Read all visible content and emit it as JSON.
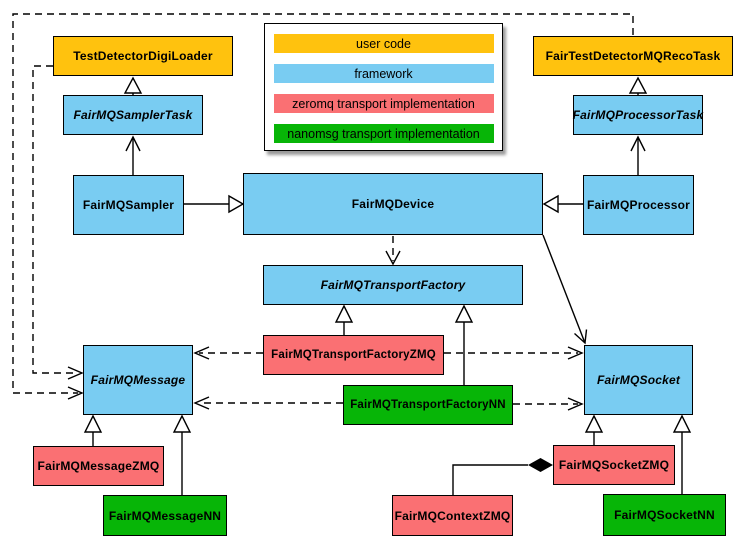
{
  "colors": {
    "user_code": "#FFC20E",
    "framework": "#79CCF2",
    "zeromq": "#FA7073",
    "nanomsg": "#07B507",
    "line": "#000000"
  },
  "legend": {
    "items": [
      {
        "label": "user code",
        "color": "#FFC20E"
      },
      {
        "label": "framework",
        "color": "#79CCF2"
      },
      {
        "label": "zeromq transport implementation",
        "color": "#FA7073"
      },
      {
        "label": "nanomsg transport implementation",
        "color": "#07B507"
      }
    ]
  },
  "nodes": {
    "digi_loader": {
      "label": "TestDetectorDigiLoader",
      "category": "user_code",
      "abstract": false
    },
    "reco_task": {
      "label": "FairTestDetectorMQRecoTask",
      "category": "user_code",
      "abstract": false
    },
    "sampler_task": {
      "label": "FairMQSamplerTask",
      "category": "framework",
      "abstract": true
    },
    "processor_task": {
      "label": "FairMQProcessorTask",
      "category": "framework",
      "abstract": true
    },
    "sampler": {
      "label": "FairMQSampler",
      "category": "framework",
      "abstract": false
    },
    "device": {
      "label": "FairMQDevice",
      "category": "framework",
      "abstract": false
    },
    "processor": {
      "label": "FairMQProcessor",
      "category": "framework",
      "abstract": false
    },
    "transport_factory": {
      "label": "FairMQTransportFactory",
      "category": "framework",
      "abstract": true
    },
    "transport_factory_zmq": {
      "label": "FairMQTransportFactoryZMQ",
      "category": "zeromq",
      "abstract": false
    },
    "transport_factory_nn": {
      "label": "FairMQTransportFactoryNN",
      "category": "nanomsg",
      "abstract": false
    },
    "message": {
      "label": "FairMQMessage",
      "category": "framework",
      "abstract": true
    },
    "socket": {
      "label": "FairMQSocket",
      "category": "framework",
      "abstract": true
    },
    "message_zmq": {
      "label": "FairMQMessageZMQ",
      "category": "zeromq",
      "abstract": false
    },
    "message_nn": {
      "label": "FairMQMessageNN",
      "category": "nanomsg",
      "abstract": false
    },
    "socket_zmq": {
      "label": "FairMQSocketZMQ",
      "category": "zeromq",
      "abstract": false
    },
    "socket_nn": {
      "label": "FairMQSocketNN",
      "category": "nanomsg",
      "abstract": false
    },
    "context_zmq": {
      "label": "FairMQContextZMQ",
      "category": "zeromq",
      "abstract": false
    }
  },
  "relationships": [
    {
      "from": "FairMQSamplerTask",
      "to": "TestDetectorDigiLoader",
      "type": "generalization",
      "line": "solid",
      "marker": "hollow-triangle"
    },
    {
      "from": "FairMQProcessorTask",
      "to": "FairTestDetectorMQRecoTask",
      "type": "generalization",
      "line": "solid",
      "marker": "hollow-triangle"
    },
    {
      "from": "FairMQSampler",
      "to": "FairMQSamplerTask",
      "type": "association",
      "line": "solid",
      "marker": "open-arrow"
    },
    {
      "from": "FairMQProcessor",
      "to": "FairMQProcessorTask",
      "type": "association",
      "line": "solid",
      "marker": "open-arrow"
    },
    {
      "from": "FairMQSampler",
      "to": "FairMQDevice",
      "type": "generalization",
      "line": "solid",
      "marker": "hollow-triangle"
    },
    {
      "from": "FairMQProcessor",
      "to": "FairMQDevice",
      "type": "generalization",
      "line": "solid",
      "marker": "hollow-triangle"
    },
    {
      "from": "FairMQDevice",
      "to": "FairMQTransportFactory",
      "type": "dependency",
      "line": "dashed",
      "marker": "open-arrow"
    },
    {
      "from": "FairMQDevice",
      "to": "FairMQSocket",
      "type": "association",
      "line": "solid",
      "marker": "open-arrow"
    },
    {
      "from": "FairMQTransportFactoryZMQ",
      "to": "FairMQTransportFactory",
      "type": "generalization",
      "line": "solid",
      "marker": "hollow-triangle"
    },
    {
      "from": "FairMQTransportFactoryNN",
      "to": "FairMQTransportFactory",
      "type": "generalization",
      "line": "solid",
      "marker": "hollow-triangle"
    },
    {
      "from": "FairMQTransportFactoryZMQ",
      "to": "FairMQMessage",
      "type": "dependency",
      "line": "dashed",
      "marker": "open-arrow"
    },
    {
      "from": "FairMQTransportFactoryZMQ",
      "to": "FairMQSocket",
      "type": "dependency",
      "line": "dashed",
      "marker": "open-arrow"
    },
    {
      "from": "FairMQTransportFactoryNN",
      "to": "FairMQMessage",
      "type": "dependency",
      "line": "dashed",
      "marker": "open-arrow"
    },
    {
      "from": "FairMQTransportFactoryNN",
      "to": "FairMQSocket",
      "type": "dependency",
      "line": "dashed",
      "marker": "open-arrow"
    },
    {
      "from": "TestDetectorDigiLoader",
      "to": "FairMQMessage",
      "type": "dependency",
      "line": "dashed",
      "marker": "open-arrow"
    },
    {
      "from": "FairTestDetectorMQRecoTask",
      "to": "FairMQMessage",
      "type": "dependency",
      "line": "dashed",
      "marker": "open-arrow"
    },
    {
      "from": "FairMQMessageZMQ",
      "to": "FairMQMessage",
      "type": "generalization",
      "line": "solid",
      "marker": "hollow-triangle"
    },
    {
      "from": "FairMQMessageNN",
      "to": "FairMQMessage",
      "type": "generalization",
      "line": "solid",
      "marker": "hollow-triangle"
    },
    {
      "from": "FairMQSocketZMQ",
      "to": "FairMQSocket",
      "type": "generalization",
      "line": "solid",
      "marker": "hollow-triangle"
    },
    {
      "from": "FairMQSocketNN",
      "to": "FairMQSocket",
      "type": "generalization",
      "line": "solid",
      "marker": "hollow-triangle"
    },
    {
      "from": "FairMQContextZMQ",
      "to": "FairMQSocketZMQ",
      "type": "composition",
      "line": "solid",
      "marker": "filled-diamond"
    }
  ]
}
